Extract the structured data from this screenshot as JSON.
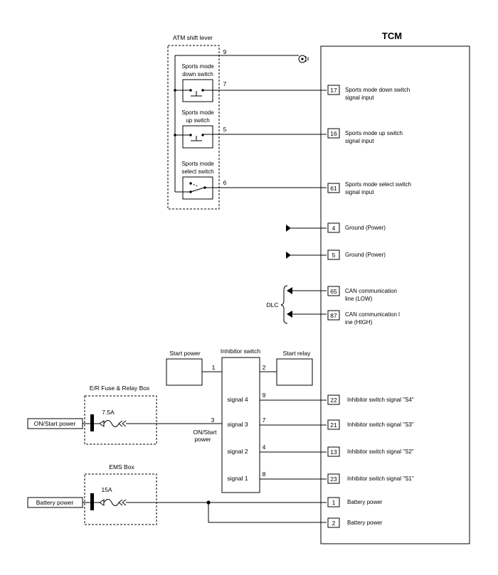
{
  "tcm": {
    "title": "TCM",
    "pins": [
      {
        "num": "17",
        "label1": "Sports mode down switch",
        "label2": "signal input"
      },
      {
        "num": "16",
        "label1": "Sports mode up switch",
        "label2": "signal input"
      },
      {
        "num": "61",
        "label1": "Sports mode select switch",
        "label2": "signal input"
      },
      {
        "num": "4",
        "label1": "Ground (Power)",
        "label2": ""
      },
      {
        "num": "5",
        "label1": "Ground (Power)",
        "label2": ""
      },
      {
        "num": "65",
        "label1": "CAN communication",
        "label2": "line (LOW)"
      },
      {
        "num": "87",
        "label1": "CAN communication l",
        "label2": "ine (HIGH)"
      },
      {
        "num": "22",
        "label1": "Inhibitor switch signal \"S4\"",
        "label2": ""
      },
      {
        "num": "21",
        "label1": "Inhibitor switch signal \"S3\"",
        "label2": ""
      },
      {
        "num": "13",
        "label1": "Inhibitor switch signal \"S2\"",
        "label2": ""
      },
      {
        "num": "23",
        "label1": "Inhibitor switch signal \"S1\"",
        "label2": ""
      },
      {
        "num": "1",
        "label1": "Battery power",
        "label2": ""
      },
      {
        "num": "2",
        "label1": "Battery power",
        "label2": ""
      }
    ]
  },
  "atm": {
    "title": "ATM shift lever",
    "ground_pin": "9",
    "switches": [
      {
        "line1": "Sports mode",
        "line2": "down switch",
        "pin": "7"
      },
      {
        "line1": "Sports mode",
        "line2": "up switch",
        "pin": "5"
      },
      {
        "line1": "Sports mode",
        "line2": "select switch",
        "pin": "6"
      }
    ]
  },
  "dlc": {
    "label": "DLC"
  },
  "inhibitor": {
    "title": "Inhibitor switch",
    "start_power": "Start power",
    "start_relay": "Start relay",
    "pin_start_power": "1",
    "pin_start_relay": "2",
    "pin_on_start": "3",
    "on_start_label_1": "ON/Start",
    "on_start_label_2": "power",
    "signals": [
      {
        "label": "signal 4",
        "pin": "9"
      },
      {
        "label": "signal 3",
        "pin": "7"
      },
      {
        "label": "signal 2",
        "pin": "4"
      },
      {
        "label": "signal 1",
        "pin": "8"
      }
    ]
  },
  "er_box": {
    "title": "E/R Fuse & Relay Box",
    "fuse": "7.5A",
    "source": "ON/Start power"
  },
  "ems_box": {
    "title": "EMS Box",
    "fuse": "15A",
    "source": "Battery power"
  }
}
